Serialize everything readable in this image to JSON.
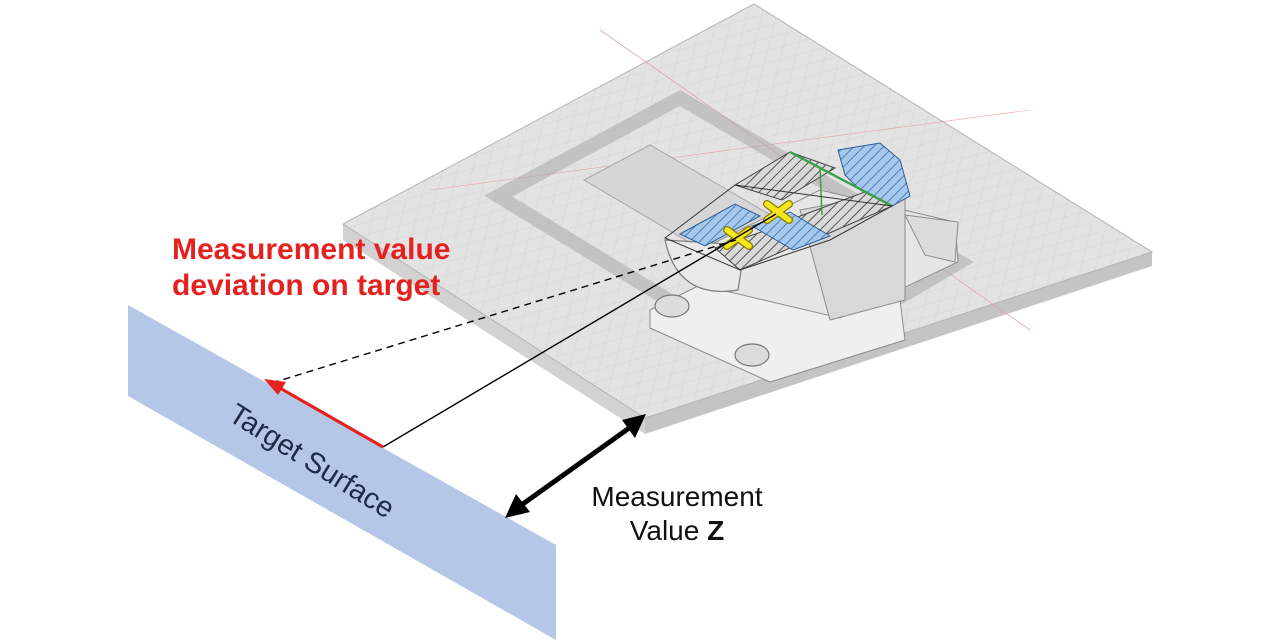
{
  "deviation_label": {
    "line1": "Measurement value",
    "line2": "deviation on target"
  },
  "target_label": "Target Surface",
  "measurement_label": {
    "line1": "Measurement",
    "line2_prefix": "Value ",
    "line2_var": "Z"
  },
  "colors": {
    "deviation": "#e5211f",
    "target_surface": "#b4c7e7",
    "baseplate": "#e3e3e3",
    "section_blue": "#a6c8ec",
    "crosshair": "#f5e61e"
  }
}
